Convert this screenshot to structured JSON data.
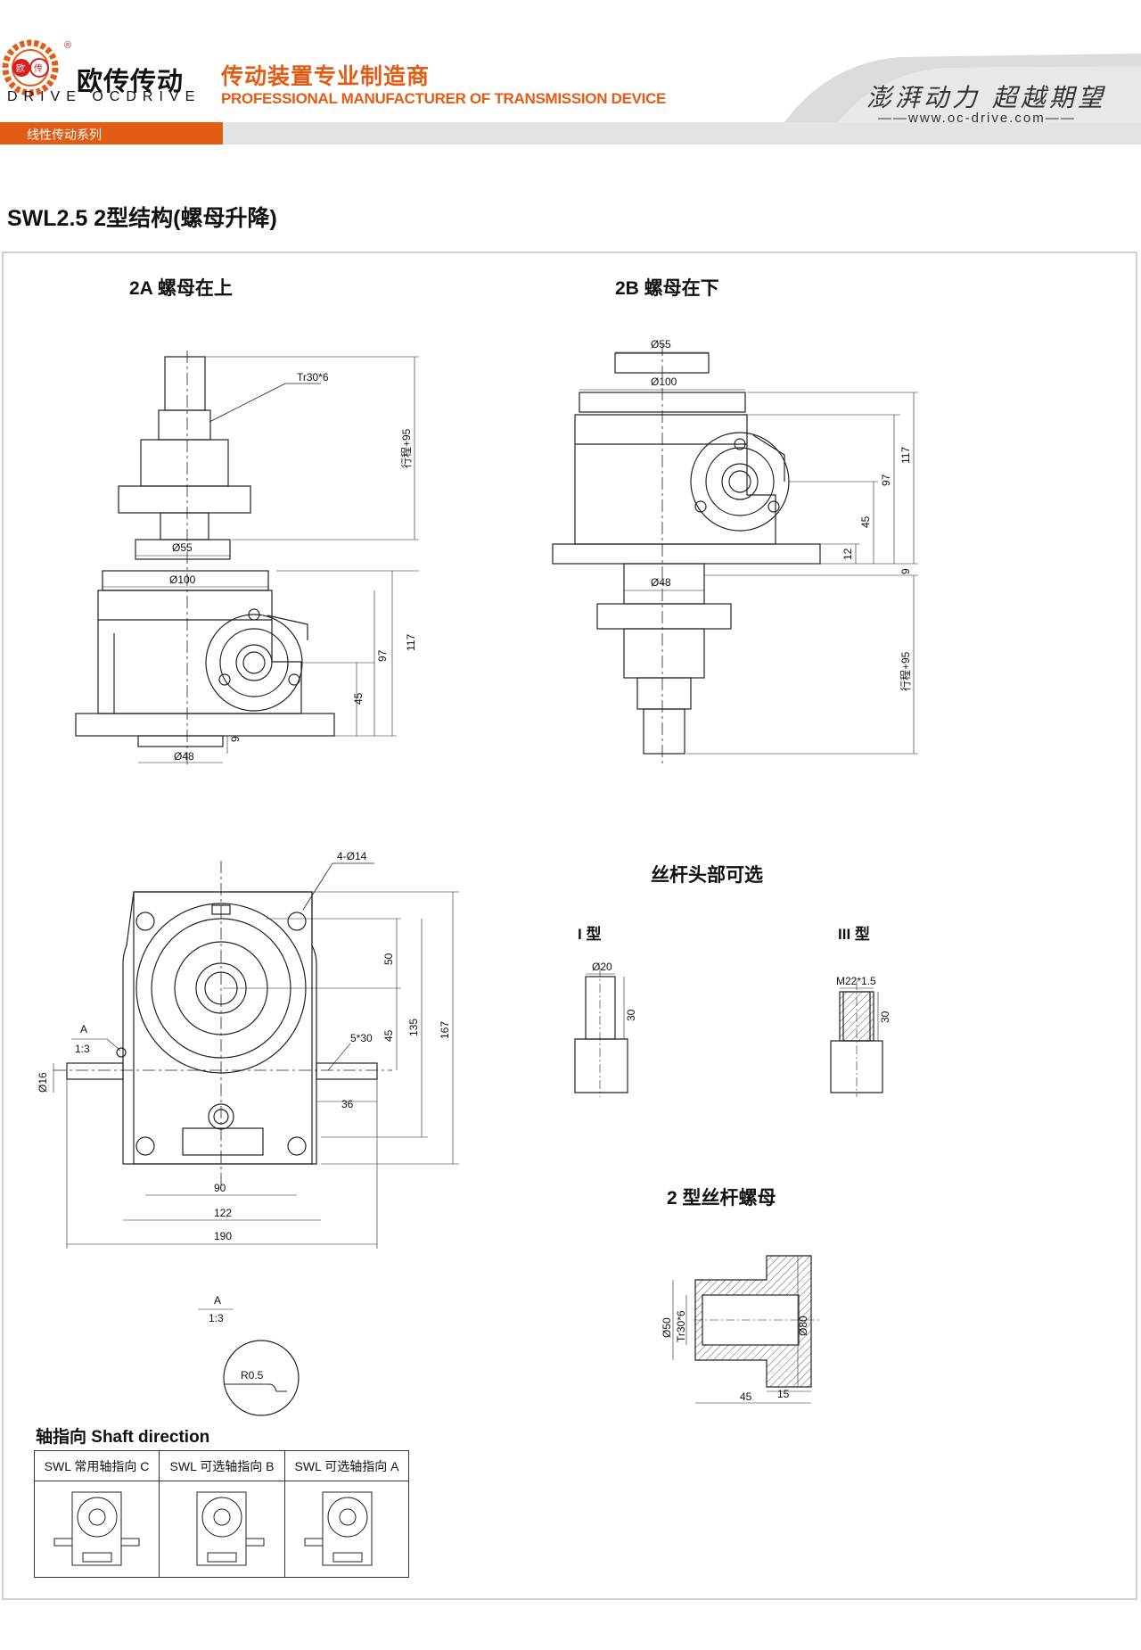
{
  "header": {
    "logo_small_1": "欧",
    "logo_small_2": "传",
    "logo_reg": "®",
    "brand_cn": "欧传传动",
    "brand_en": "DRIVE OCDRIVE",
    "tagline_cn": "传动装置专业制造商",
    "tagline_en": "PROFESSIONAL MANUFACTURER OF TRANSMISSION DEVICE",
    "slogan": "澎湃动力 超越期望",
    "url": "——www.oc-drive.com——",
    "series": "线性传动系列"
  },
  "page_title": "SWL2.5  2型结构(螺母升降)",
  "sections": {
    "a": "2A 螺母在上",
    "b": "2B 螺母在下",
    "heads": "丝杆头部可选",
    "head_i": "I 型",
    "head_iii": "III 型",
    "nut": "2 型丝杆螺母",
    "shaft_title": "轴指向  Shaft direction"
  },
  "dims_a": {
    "thread": "Tr30*6",
    "stroke": "行程+95",
    "d55": "Ø55",
    "d100": "Ø100",
    "h117": "117",
    "h97": "97",
    "h45": "45",
    "h9": "9",
    "d48": "Ø48"
  },
  "dims_b": {
    "d55": "Ø55",
    "d100": "Ø100",
    "h117": "117",
    "h97": "97",
    "h45": "45",
    "h12": "12",
    "h9": "9",
    "d48": "Ø48",
    "stroke": "行程+95"
  },
  "dims_top": {
    "holes": "4-Ø14",
    "a": "A",
    "scale": "1:3",
    "key": "5*30",
    "d16": "Ø16",
    "h50": "50",
    "h45": "45",
    "h135": "135",
    "h167": "167",
    "w36": "36",
    "w90": "90",
    "w122": "122",
    "w190": "190"
  },
  "detail": {
    "a": "A",
    "scale": "1:3",
    "r05": "R0.5"
  },
  "heads": {
    "i_dia": "Ø20",
    "i_len": "30",
    "iii_thread": "M22*1.5",
    "iii_len": "30"
  },
  "nut": {
    "d50": "Ø50",
    "tr": "Tr30*6",
    "d80": "Ø80",
    "l45": "45",
    "l15": "15"
  },
  "shaft_table": [
    {
      "label": "SWL 常用轴指向 C"
    },
    {
      "label": "SWL 可选轴指向 B"
    },
    {
      "label": "SWL 可选轴指向 A"
    }
  ],
  "colors": {
    "accent": "#e35c16",
    "bar_gray": "#e3e3e3"
  }
}
